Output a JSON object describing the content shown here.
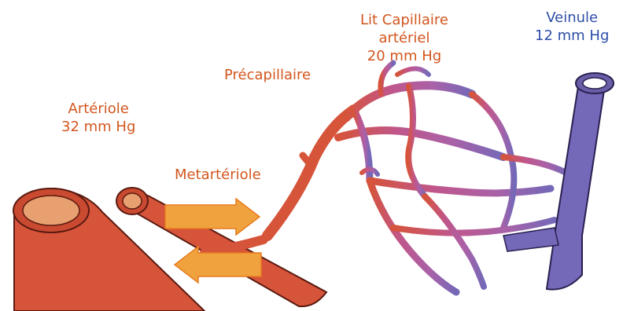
{
  "labels": {
    "arteriole": {
      "name": "Artériole",
      "pressure": "32 mm Hg"
    },
    "precapillary": {
      "name": "Précapillaire"
    },
    "arterial_capillary_bed": {
      "line1": "Lit Capillaire",
      "line2": "artériel",
      "pressure": "20 mm Hg"
    },
    "metarteriole": {
      "name": "Metartériole"
    },
    "venule": {
      "name": "Veinule",
      "pressure": "12 mm Hg"
    }
  },
  "arrows": [
    {
      "direction": "right"
    },
    {
      "direction": "left"
    }
  ],
  "colors": {
    "arterial_label": "#d2561e",
    "venous_label": "#2d4ea8",
    "arterial_vessel": "#d6543a",
    "capillary_vessel": "#a862a8",
    "venous_vessel": "#7468b8",
    "arrow_fill": "#f0a23f",
    "arrow_stroke": "#e77b1e"
  }
}
